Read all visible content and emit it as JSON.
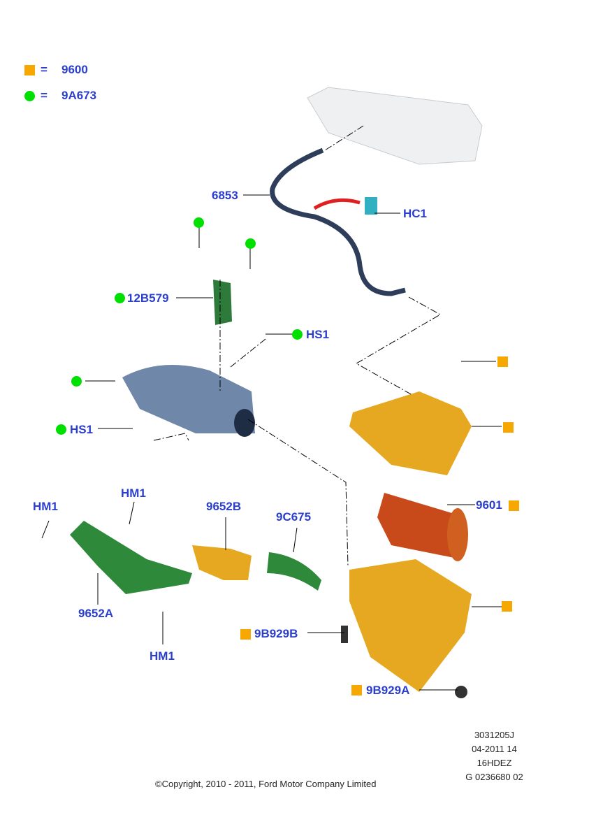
{
  "legend": [
    {
      "symbol": "orange-square",
      "value": "9600"
    },
    {
      "symbol": "green-circle",
      "value": "9A673"
    }
  ],
  "legend_eq": "=",
  "parts": {
    "p6853": "6853",
    "hc1": "HC1",
    "p12b579": "12B579",
    "hs1a": "HS1",
    "hs1b": "HS1",
    "hm1a": "HM1",
    "hm1b": "HM1",
    "hm1c": "HM1",
    "p9652a": "9652A",
    "p9652b": "9652B",
    "p9c675": "9C675",
    "p9601": "9601",
    "p9b929b": "9B929B",
    "p9b929a": "9B929A"
  },
  "info": {
    "l1": "3031205J",
    "l2": "04-2011 14",
    "l3": "16HDEZ",
    "l4": "G 0236680 02"
  },
  "copyright": "©Copyright, 2010 - 2011, Ford Motor Company Limited",
  "colors": {
    "label": "#2b3fcc",
    "orange": "#f7a800",
    "green": "#00e000"
  }
}
